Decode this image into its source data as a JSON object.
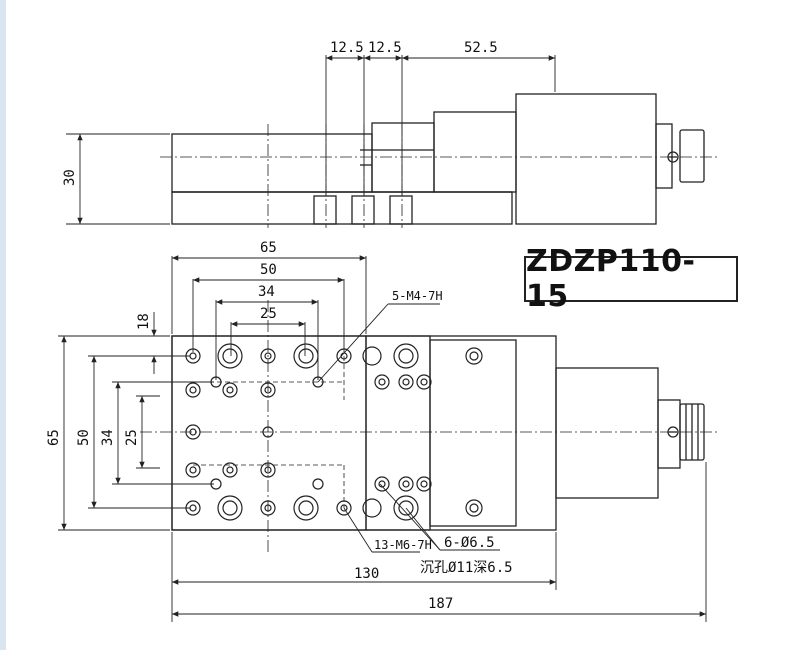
{
  "model": "ZDZP110-15",
  "colors": {
    "line": "#222222",
    "background": "#ffffff",
    "frame": "#d9e6f2"
  },
  "top_dims": {
    "d1": "12.5",
    "d2": "12.5",
    "d3": "52.5",
    "height": "30"
  },
  "front_dims": {
    "w65": "65",
    "w50": "50",
    "w34": "34",
    "w25": "25",
    "v18": "18",
    "h65": "65",
    "h50": "50",
    "h34": "34",
    "h25": "25",
    "len130": "130",
    "len187": "187"
  },
  "callouts": {
    "m4": "5-M4-7H",
    "m6": "13-M6-7H",
    "holes": "6-Ø6.5",
    "counterbore": "沉孔Ø11深6.5"
  }
}
